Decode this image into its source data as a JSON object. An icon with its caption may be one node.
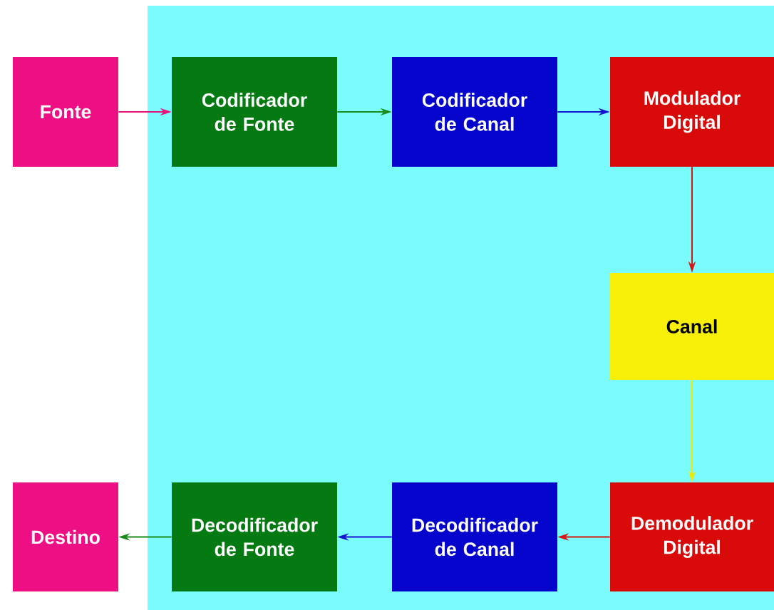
{
  "diagram": {
    "nodes": [
      {
        "text": [],
        "shape": "box"
      },
      {
        "text": [
          "Fonte"
        ]
      },
      {
        "text": [
          "Codificador de Fonte"
        ],
        "in": 0
      },
      {
        "text": [
          "Codificador de Canal"
        ],
        "in": 0
      },
      {
        "text": [
          "Modulador Digital"
        ],
        "in": 0
      },
      {
        "text": [
          "Canal"
        ],
        "in": 0
      },
      {
        "text": [
          "Demodulador Digital"
        ],
        "in": 0
      },
      {
        "text": [
          "Decodificador de Canal"
        ],
        "in": 0
      },
      {
        "text": [
          "Decodificador de Fonte"
        ],
        "in": 0
      },
      {
        "text": [
          "Destino"
        ]
      }
    ],
    "edges": [
      {
        "from": 1,
        "to": 2,
        "arrow": "to",
        "color": "#e8127a"
      },
      {
        "from": 2,
        "to": 3,
        "arrow": "to",
        "color": "#1a8a1a"
      },
      {
        "from": 3,
        "to": 4,
        "arrow": "to",
        "color": "#1414d0"
      },
      {
        "from": 4,
        "to": 5,
        "arrow": "to",
        "color": "#d81414"
      },
      {
        "from": 5,
        "to": 6,
        "arrow": "to",
        "color": "#f0e800"
      },
      {
        "from": 6,
        "to": 7,
        "arrow": "to",
        "color": "#d81414"
      },
      {
        "from": 7,
        "to": 8,
        "arrow": "to",
        "color": "#1414d0"
      },
      {
        "from": 8,
        "to": 9,
        "arrow": "to",
        "color": "#1a8a1a"
      }
    ]
  }
}
